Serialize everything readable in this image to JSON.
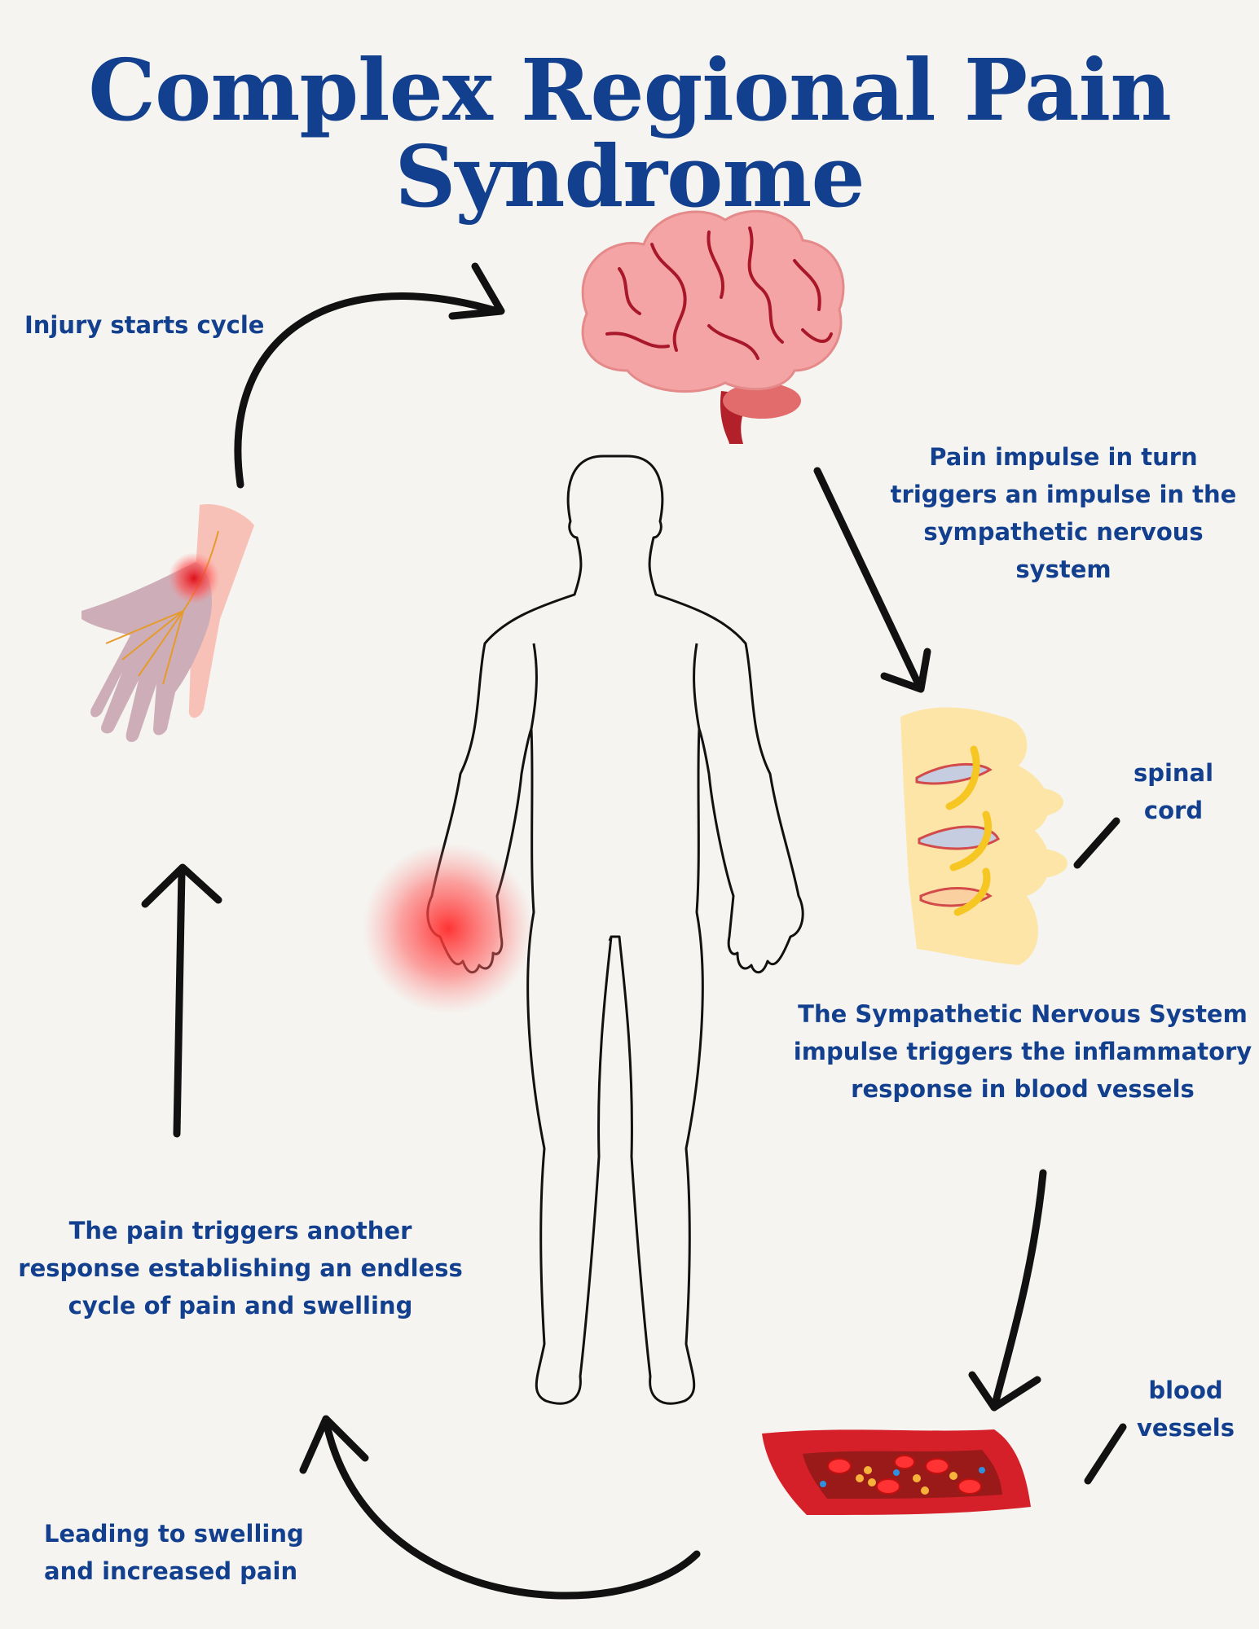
{
  "title": {
    "line1": "Complex Regional Pain",
    "line2": "Syndrome"
  },
  "labels": {
    "injury": "Injury starts cycle",
    "pain_impulse": "Pain impulse in turn triggers an impulse in the sympathetic nervous system",
    "spinal_cord": "spinal cord",
    "sns_impulse": "The Sympathetic Nervous System impulse triggers the inflammatory response in blood vessels",
    "blood_vessels": "blood vessels",
    "swelling": "Leading to swelling and increased pain",
    "endless_cycle": "The pain triggers another response establishing an endless cycle of pain and swelling"
  },
  "colors": {
    "text": "#123f8e",
    "background": "#f5f4f0",
    "brain": "#f4a4a4",
    "blood": "#d5202a",
    "highlight": "#ff3b3b"
  },
  "icons": [
    "brain-icon",
    "spine-icon",
    "blood-vessel-icon",
    "hand-icon",
    "body-outline-icon"
  ]
}
